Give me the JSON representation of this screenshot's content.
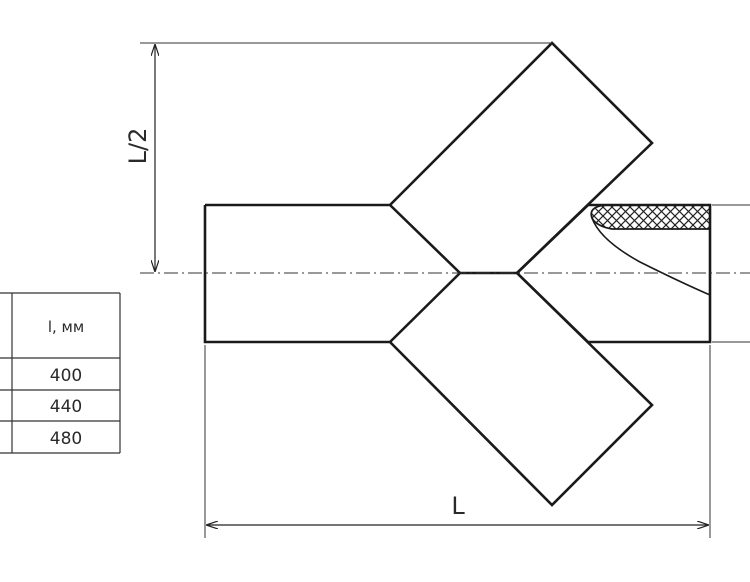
{
  "drawing": {
    "dimension_L_label": "L",
    "dimension_half_L_label": "L/2"
  },
  "table": {
    "header": "l, мм",
    "rows": [
      "400",
      "440",
      "480"
    ]
  },
  "colors": {
    "line": "#1a1a1a",
    "thin_line": "#333333"
  }
}
